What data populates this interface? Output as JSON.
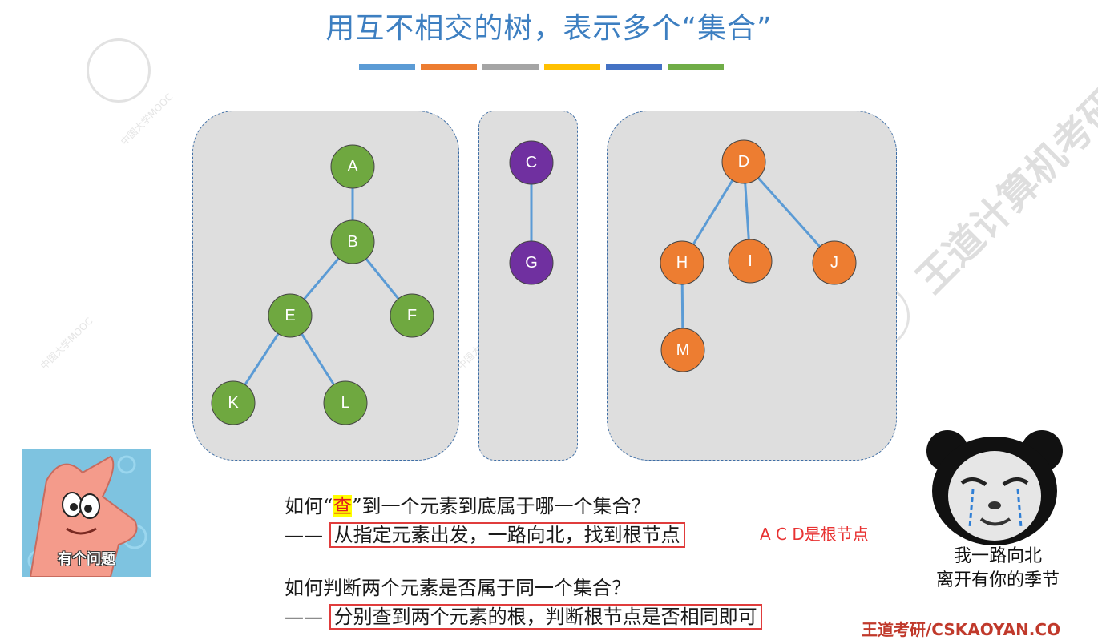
{
  "title": "用互不相交的树，表示多个“集合”",
  "accent_colors": [
    "#5b9bd5",
    "#ed7d31",
    "#a5a5a5",
    "#ffc000",
    "#4472c4",
    "#70ad47"
  ],
  "node_colors": {
    "green": "#6fa840",
    "purple": "#7030a0",
    "orange": "#ed7d31"
  },
  "edge_color": "#5b9bd5",
  "trees": [
    {
      "set": "green",
      "nodes": [
        "A",
        "B",
        "E",
        "F",
        "K",
        "L"
      ],
      "edges": [
        [
          "A",
          "B"
        ],
        [
          "B",
          "E"
        ],
        [
          "B",
          "F"
        ],
        [
          "E",
          "K"
        ],
        [
          "E",
          "L"
        ]
      ]
    },
    {
      "set": "purple",
      "nodes": [
        "C",
        "G"
      ],
      "edges": [
        [
          "C",
          "G"
        ]
      ]
    },
    {
      "set": "orange",
      "nodes": [
        "D",
        "H",
        "I",
        "J",
        "M"
      ],
      "edges": [
        [
          "D",
          "H"
        ],
        [
          "D",
          "I"
        ],
        [
          "D",
          "J"
        ],
        [
          "H",
          "M"
        ]
      ]
    }
  ],
  "q1": {
    "prefix": "如何“",
    "highlight": "查",
    "suffix": "”到一个元素到底属于哪一个集合？",
    "dash": "—— ",
    "answer": "从指定元素出发，一路向北，找到根节点",
    "note": "A C D是根节点"
  },
  "q2": {
    "question": "如何判断两个元素是否属于同一个集合？",
    "dash": "—— ",
    "answer": "分别查到两个元素的根，判断根节点是否相同即可"
  },
  "meme_left": {
    "caption": "有个问题"
  },
  "meme_right": {
    "caption_line1": "我一路向北",
    "caption_line2": "离开有你的季节"
  },
  "brand": "王道考研/CSKAOYAN.CO"
}
